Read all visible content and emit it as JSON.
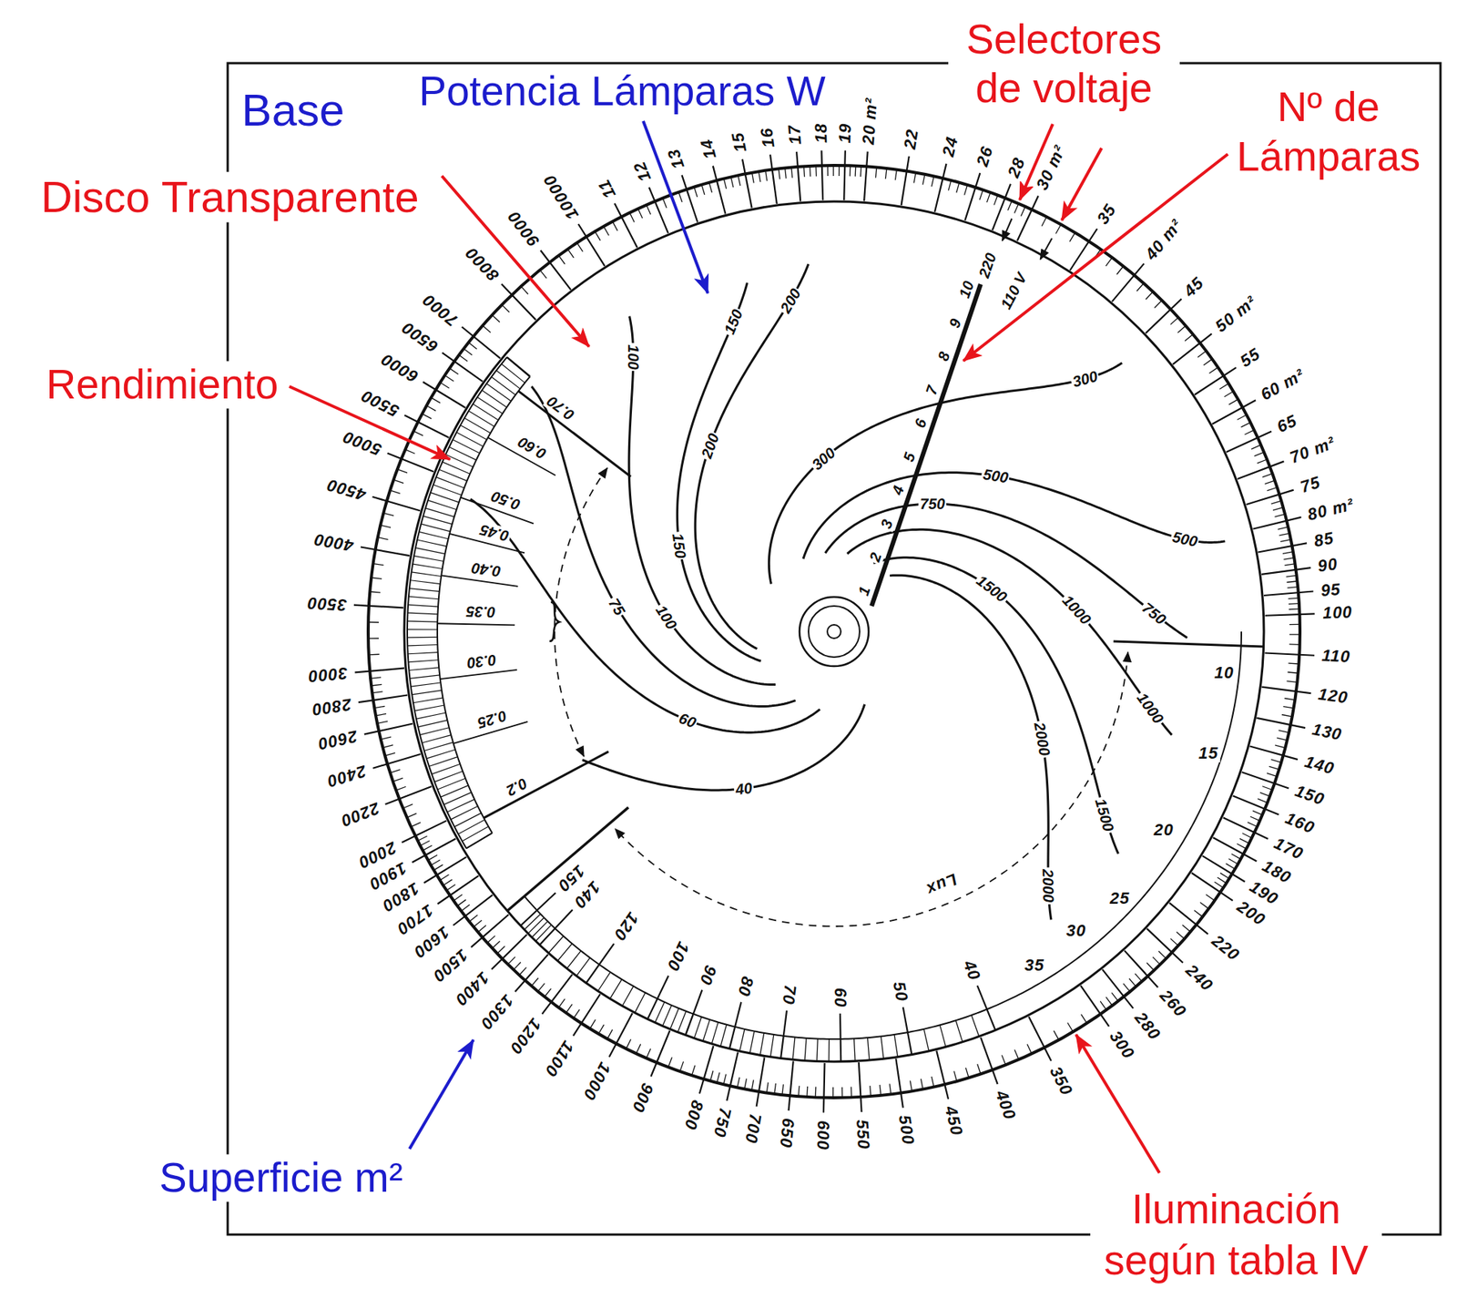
{
  "diagram": {
    "labels": [
      "Base",
      "Potencia Lámparas W",
      "Disco Transparente",
      "Selectores de voltaje",
      "Nº de Lámparas",
      "Rendimiento",
      "Superficie m²",
      "Iluminación según tabla IV",
      "20 m²",
      "22",
      "24",
      "26",
      "28",
      "30 m²",
      "35",
      "40 m²",
      "45",
      "50 m²",
      "55",
      "60 m²",
      "65",
      "70 m²",
      "75",
      "80 m²",
      "85",
      "90",
      "95",
      "100",
      "110",
      "120",
      "130",
      "140",
      "150",
      "160",
      "170",
      "180",
      "190",
      "200",
      "220",
      "240",
      "260",
      "280",
      "300",
      "350",
      "400",
      "450",
      "500",
      "550",
      "600",
      "650",
      "700",
      "750",
      "800",
      "900",
      "1000",
      "1100",
      "1200",
      "1300",
      "1400",
      "1500",
      "1600",
      "1700",
      "1800",
      "1900",
      "2000",
      "2200",
      "2400",
      "2600",
      "2800",
      "3000",
      "3500",
      "4000",
      "4500",
      "5000",
      "5500",
      "6000",
      "6500",
      "7000",
      "8000",
      "9000",
      "10000",
      "11",
      "12",
      "13",
      "14",
      "15",
      "16",
      "17",
      "18",
      "19",
      "150",
      "140",
      "120",
      "100",
      "90",
      "80",
      "70",
      "60",
      "50",
      "40",
      "Lux",
      "0.70",
      "0.60",
      "0.50",
      "0.45",
      "0.40",
      "0.35",
      "0.30",
      "0.25",
      "0.2",
      "40",
      "60",
      "75",
      "100",
      "100",
      "150",
      "150",
      "200",
      "200",
      "300",
      "300",
      "500",
      "500",
      "750",
      "750",
      "1000",
      "1000",
      "1500",
      "1500",
      "2000",
      "2000",
      "1",
      "2",
      "3",
      "4",
      "5",
      "6",
      "7",
      "8",
      "9",
      "10",
      "220",
      "110 V",
      "10",
      "15",
      "20",
      "25",
      "30",
      "35"
    ]
  }
}
